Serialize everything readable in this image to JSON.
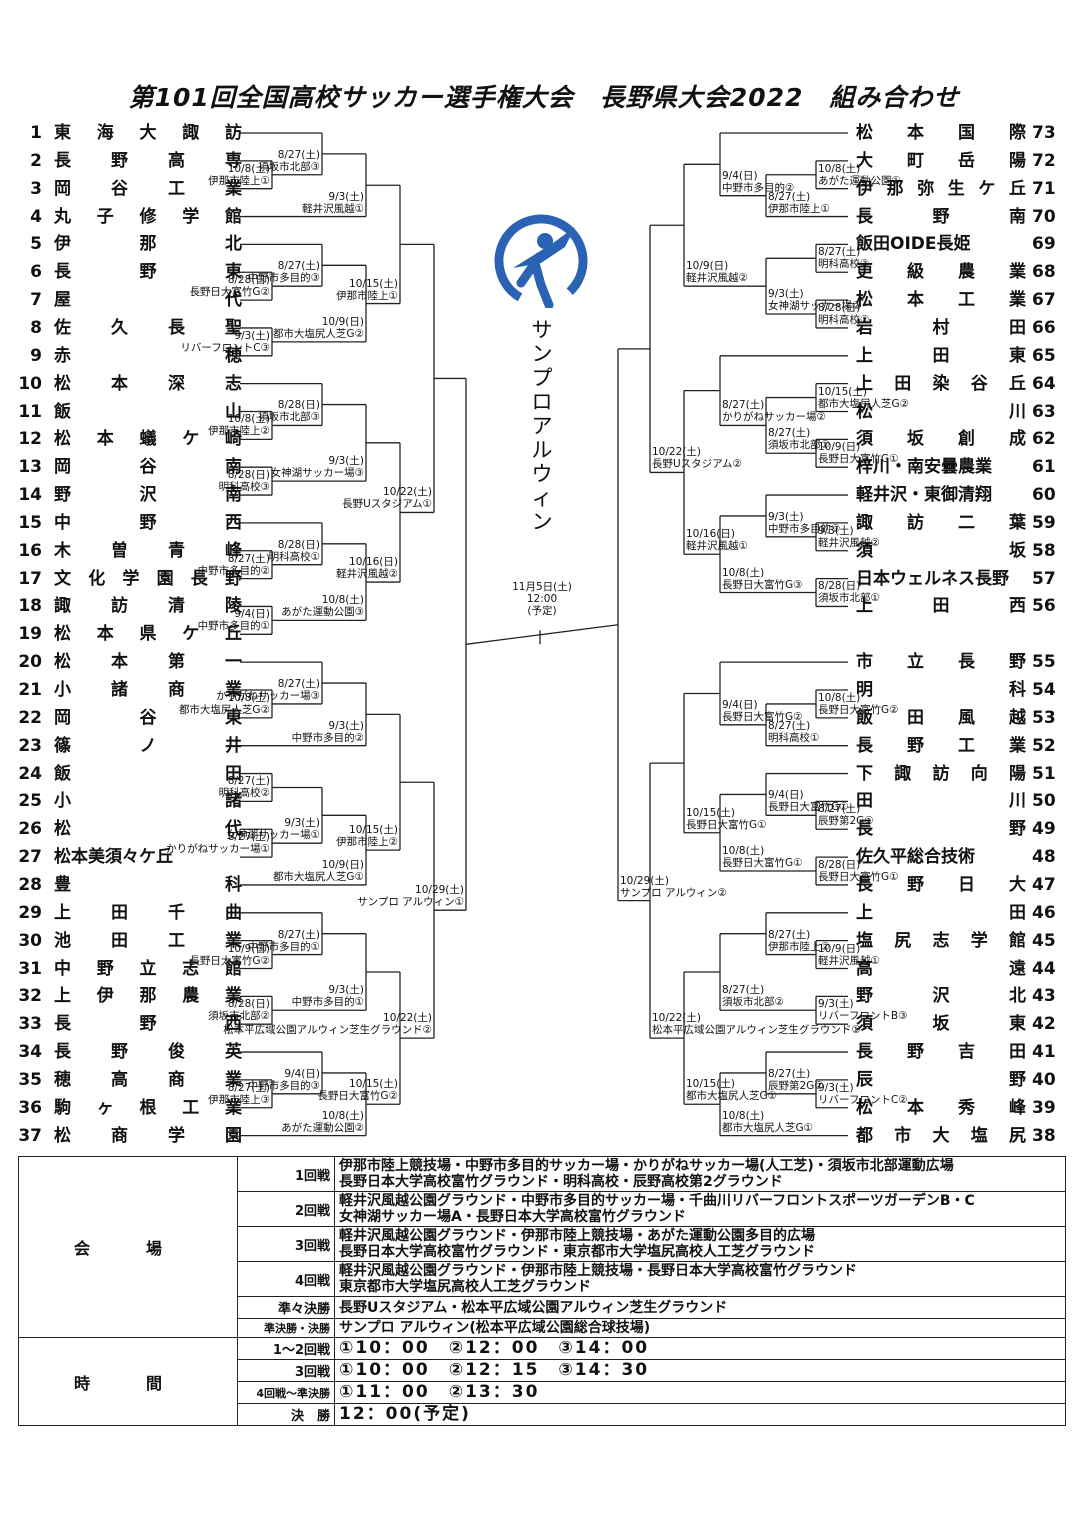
{
  "title": "第101回全国高校サッカー選手権大会　長野県大会2022　組み合わせ",
  "left_teams": [
    {
      "no": "1",
      "name": "東海大諏訪"
    },
    {
      "no": "2",
      "name": "長野高専"
    },
    {
      "no": "3",
      "name": "岡谷工業"
    },
    {
      "no": "4",
      "name": "丸子修学館"
    },
    {
      "no": "5",
      "name": "伊那北"
    },
    {
      "no": "6",
      "name": "長野東"
    },
    {
      "no": "7",
      "name": "屋代"
    },
    {
      "no": "8",
      "name": "佐久長聖"
    },
    {
      "no": "9",
      "name": "赤穂"
    },
    {
      "no": "10",
      "name": "松本深志"
    },
    {
      "no": "11",
      "name": "飯山"
    },
    {
      "no": "12",
      "name": "松本蟻ケ崎"
    },
    {
      "no": "13",
      "name": "岡谷南"
    },
    {
      "no": "14",
      "name": "野沢南"
    },
    {
      "no": "15",
      "name": "中野西"
    },
    {
      "no": "16",
      "name": "木曽青峰"
    },
    {
      "no": "17",
      "name": "文化学園長野"
    },
    {
      "no": "18",
      "name": "諏訪清陵"
    },
    {
      "no": "19",
      "name": "松本県ケ丘"
    },
    {
      "no": "20",
      "name": "松本第一"
    },
    {
      "no": "21",
      "name": "小諸商業"
    },
    {
      "no": "22",
      "name": "岡谷東"
    },
    {
      "no": "23",
      "name": "篠ノ井"
    },
    {
      "no": "24",
      "name": "飯田"
    },
    {
      "no": "25",
      "name": "小諸"
    },
    {
      "no": "26",
      "name": "松代"
    },
    {
      "no": "27",
      "name": "松本美須々ケ丘"
    },
    {
      "no": "28",
      "name": "豊科"
    },
    {
      "no": "29",
      "name": "上田千曲"
    },
    {
      "no": "30",
      "name": "池田工業"
    },
    {
      "no": "31",
      "name": "中野立志館"
    },
    {
      "no": "32",
      "name": "上伊那農業"
    },
    {
      "no": "33",
      "name": "長野西"
    },
    {
      "no": "34",
      "name": "長野俊英"
    },
    {
      "no": "35",
      "name": "穂高商業"
    },
    {
      "no": "36",
      "name": "駒ヶ根工業"
    },
    {
      "no": "37",
      "name": "松商学園"
    }
  ],
  "right_teams": [
    {
      "no": "73",
      "name": "松本国際"
    },
    {
      "no": "72",
      "name": "大町岳陽"
    },
    {
      "no": "71",
      "name": "伊那弥生ケ丘"
    },
    {
      "no": "70",
      "name": "長野南"
    },
    {
      "no": "69",
      "name": "飯田OIDE長姫"
    },
    {
      "no": "68",
      "name": "更級農業"
    },
    {
      "no": "67",
      "name": "松本工業"
    },
    {
      "no": "66",
      "name": "岩村田"
    },
    {
      "no": "65",
      "name": "上田東"
    },
    {
      "no": "64",
      "name": "上田染谷丘"
    },
    {
      "no": "63",
      "name": "松川"
    },
    {
      "no": "62",
      "name": "須坂創成"
    },
    {
      "no": "61",
      "name": "梓川・南安曇農業"
    },
    {
      "no": "60",
      "name": "軽井沢・東御清翔"
    },
    {
      "no": "59",
      "name": "諏訪二葉"
    },
    {
      "no": "58",
      "name": "須坂"
    },
    {
      "no": "57",
      "name": "日本ウェルネス長野"
    },
    {
      "no": "56",
      "name": "上田西"
    },
    {
      "no": "55",
      "name": "市立長野"
    },
    {
      "no": "54",
      "name": "明科"
    },
    {
      "no": "53",
      "name": "飯田風越"
    },
    {
      "no": "52",
      "name": "長野工業"
    },
    {
      "no": "51",
      "name": "下諏訪向陽"
    },
    {
      "no": "50",
      "name": "田川"
    },
    {
      "no": "49",
      "name": "長野"
    },
    {
      "no": "48",
      "name": "佐久平総合技術"
    },
    {
      "no": "47",
      "name": "長野日大"
    },
    {
      "no": "46",
      "name": "上田"
    },
    {
      "no": "45",
      "name": "塩尻志学館"
    },
    {
      "no": "44",
      "name": "高遠"
    },
    {
      "no": "43",
      "name": "野沢北"
    },
    {
      "no": "42",
      "name": "須坂東"
    },
    {
      "no": "41",
      "name": "長野吉田"
    },
    {
      "no": "40",
      "name": "辰野"
    },
    {
      "no": "39",
      "name": "松本秀峰"
    },
    {
      "no": "38",
      "name": "都市大塩尻"
    }
  ],
  "matches_left": [
    {
      "d": "10/8(土)",
      "v": "伊那市陸上①"
    },
    {
      "d": "8/27(土)",
      "v": "須坂市北部③"
    },
    {
      "d": "9/3(土)",
      "v": "軽井沢風越①"
    },
    {
      "d": "8/28(日)",
      "v": "長野日大富竹G②"
    },
    {
      "d": "8/27(土)",
      "v": "中野市多目的③"
    },
    {
      "d": "9/3(土)",
      "v": "リバーフロントC③"
    },
    {
      "d": "10/9(日)",
      "v": "都市大塩尻人芝G②"
    },
    {
      "d": "10/15(土)",
      "v": "伊那市陸上①"
    },
    {
      "d": "10/8(土)",
      "v": "伊那市陸上②"
    },
    {
      "d": "8/28(日)",
      "v": "須坂市北部③"
    },
    {
      "d": "8/28(日)",
      "v": "明科高校③"
    },
    {
      "d": "9/3(土)",
      "v": "女神湖サッカー場③"
    },
    {
      "d": "8/27(土)",
      "v": "中野市多目的②"
    },
    {
      "d": "8/28(日)",
      "v": "明科高校①"
    },
    {
      "d": "9/4(日)",
      "v": "中野市多目的①"
    },
    {
      "d": "10/8(土)",
      "v": "あがた運動公園③"
    },
    {
      "d": "10/16(日)",
      "v": "軽井沢風越②"
    },
    {
      "d": "10/22(土)",
      "v": "長野Uスタジアム①"
    },
    {
      "d": "10/8(土)",
      "v": "都市大塩尻人芝G②"
    },
    {
      "d": "8/27(土)",
      "v": "かりがねサッカー場③"
    },
    {
      "d": "9/3(土)",
      "v": "中野市多目的②"
    },
    {
      "d": "8/27(土)",
      "v": "明科高校②"
    },
    {
      "d": "8/27(土)",
      "v": "かりがねサッカー場①"
    },
    {
      "d": "9/3(土)",
      "v": "女神湖サッカー場①"
    },
    {
      "d": "10/9(日)",
      "v": "都市大塩尻人芝G①"
    },
    {
      "d": "10/15(土)",
      "v": "伊那市陸上②"
    },
    {
      "d": "10/9(日)",
      "v": "長野日大富竹G②"
    },
    {
      "d": "8/27(土)",
      "v": "中野市多目的①"
    },
    {
      "d": "8/28(日)",
      "v": "須坂市北部②"
    },
    {
      "d": "9/3(土)",
      "v": "中野市多目的①"
    },
    {
      "d": "8/27(土)",
      "v": "伊那市陸上③"
    },
    {
      "d": "9/4(日)",
      "v": "中野市多目的③"
    },
    {
      "d": "10/8(土)",
      "v": "あがた運動公園②"
    },
    {
      "d": "10/15(土)",
      "v": "長野日大富竹G②"
    },
    {
      "d": "10/22(土)",
      "v": "松本平広域公園アルウィン芝生グラウンド②"
    },
    {
      "d": "10/29(土)",
      "v": "サンプロ アルウィン①"
    }
  ],
  "matches_right": [
    {
      "d": "10/8(土)",
      "v": "あがた運動公園①"
    },
    {
      "d": "8/27(土)",
      "v": "伊那市陸上①"
    },
    {
      "d": "9/4(日)",
      "v": "中野市多目的②"
    },
    {
      "d": "8/27(土)",
      "v": "明科高校③"
    },
    {
      "d": "8/28(日)",
      "v": "明科高校②"
    },
    {
      "d": "9/3(土)",
      "v": "女神湖サッカー場②"
    },
    {
      "d": "10/9(日)",
      "v": "軽井沢風越②"
    },
    {
      "d": "10/15(土)",
      "v": "都市大塩尻人芝G②"
    },
    {
      "d": "10/9(日)",
      "v": "長野日大富竹G①"
    },
    {
      "d": "8/27(土)",
      "v": "須坂市北部①"
    },
    {
      "d": "8/27(土)",
      "v": "かりがねサッカー場②"
    },
    {
      "d": "9/3(土)",
      "v": "軽井沢風越②"
    },
    {
      "d": "9/3(土)",
      "v": "中野市多目的③"
    },
    {
      "d": "8/28(日)",
      "v": "須坂市北部①"
    },
    {
      "d": "10/8(土)",
      "v": "長野日大富竹G③"
    },
    {
      "d": "10/16(日)",
      "v": "軽井沢風越①"
    },
    {
      "d": "10/22(土)",
      "v": "長野Uスタジアム②"
    },
    {
      "d": "10/8(土)",
      "v": "長野日大富竹G②"
    },
    {
      "d": "8/27(土)",
      "v": "明科高校①"
    },
    {
      "d": "9/4(日)",
      "v": "長野日大富竹G②"
    },
    {
      "d": "8/27(土)",
      "v": "辰野第2G①"
    },
    {
      "d": "9/4(日)",
      "v": "長野日大富竹G①"
    },
    {
      "d": "8/28(日)",
      "v": "長野日大富竹G①"
    },
    {
      "d": "10/8(土)",
      "v": "長野日大富竹G①"
    },
    {
      "d": "10/15(土)",
      "v": "長野日大富竹G①"
    },
    {
      "d": "10/9(日)",
      "v": "軽井沢風越①"
    },
    {
      "d": "8/27(土)",
      "v": "伊那市陸上②"
    },
    {
      "d": "9/3(土)",
      "v": "リバーフロントB③"
    },
    {
      "d": "8/27(土)",
      "v": "須坂市北部②"
    },
    {
      "d": "9/3(土)",
      "v": "リバーフロントC②"
    },
    {
      "d": "8/27(土)",
      "v": "辰野第2G②"
    },
    {
      "d": "10/8(土)",
      "v": "都市大塩尻人芝G①"
    },
    {
      "d": "10/15(土)",
      "v": "都市大塩尻人芝G①"
    },
    {
      "d": "10/22(土)",
      "v": "松本平広域公園アルウィン芝生グラウンド①"
    },
    {
      "d": "10/29(土)",
      "v": "サンプロ アルウィン②"
    }
  ],
  "host": {
    "name": "サンプロ アルウィン"
  },
  "final": {
    "date": "11月5日(土)",
    "time": "12:00",
    "note": "(予定)"
  },
  "venue": {
    "label": "会　場",
    "rows": [
      {
        "round": "1回戦",
        "text": "伊那市陸上競技場・中野市多目的サッカー場・かりがねサッカー場(人工芝)・須坂市北部運動広場\n長野日本大学高校富竹グラウンド・明科高校・辰野高校第2グラウンド"
      },
      {
        "round": "2回戦",
        "text": "軽井沢風越公園グラウンド・中野市多目的サッカー場・千曲川リバーフロントスポーツガーデンB・C\n女神湖サッカー場A・長野日本大学高校富竹グラウンド"
      },
      {
        "round": "3回戦",
        "text": "軽井沢風越公園グラウンド・伊那市陸上競技場・あがた運動公園多目的広場\n長野日本大学高校富竹グラウンド・東京都市大学塩尻高校人工芝グラウンド"
      },
      {
        "round": "4回戦",
        "text": "軽井沢風越公園グラウンド・伊那市陸上競技場・長野日本大学高校富竹グラウンド\n東京都市大学塩尻高校人工芝グラウンド"
      },
      {
        "round": "準々決勝",
        "text": "長野Uスタジアム・松本平広域公園アルウィン芝生グラウンド"
      },
      {
        "round": "準決勝・決勝",
        "text": "サンプロ アルウィン(松本平広域公園総合球技場)"
      }
    ]
  },
  "time": {
    "label": "時　間",
    "rows": [
      {
        "round": "1〜2回戦",
        "text": "①10：00　②12：00　③14：00"
      },
      {
        "round": "3回戦",
        "text": "①10：00　②12：15　③14：30"
      },
      {
        "round": "4回戦〜準決勝",
        "text": "①11：00　②13：30"
      },
      {
        "round": "決　勝",
        "text": "12：00(予定)"
      }
    ]
  }
}
